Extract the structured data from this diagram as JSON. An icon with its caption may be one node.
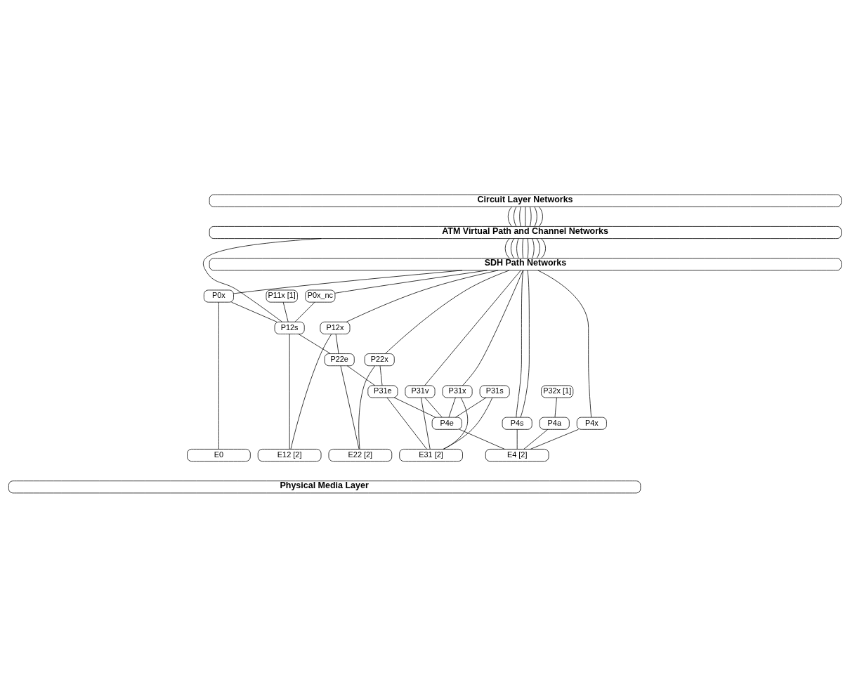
{
  "diagram": {
    "nodes": [
      {
        "text": [
          "Circuit Layer Networks"
        ]
      },
      {
        "text": [
          "ATM Virtual Path and Channel Networks"
        ]
      },
      {
        "text": [
          "SDH Path Networks"
        ]
      },
      {
        "text": [
          "P0x"
        ]
      },
      {
        "text": [
          "P0x_nc"
        ]
      },
      {
        "text": [
          "P11x [1]"
        ]
      },
      {
        "text": [
          "P12s"
        ]
      },
      {
        "text": [
          "P12x"
        ]
      },
      {
        "text": [
          "P22e"
        ]
      },
      {
        "text": [
          "P22x"
        ]
      },
      {
        "text": [
          "P31e"
        ]
      },
      {
        "text": [
          "P31s"
        ]
      },
      {
        "text": [
          "P31v"
        ]
      },
      {
        "text": [
          "P31x"
        ]
      },
      {
        "text": [
          "P32x [1]"
        ]
      },
      {
        "text": [
          "P4e"
        ]
      },
      {
        "text": [
          "P4s"
        ]
      },
      {
        "text": [
          "P4a"
        ]
      },
      {
        "text": [
          "P4x"
        ]
      },
      {
        "text": [
          "E0"
        ]
      },
      {
        "text": [
          "E12 [2]"
        ]
      },
      {
        "text": [
          "E22 [2]"
        ]
      },
      {
        "text": [
          "E31 [2]"
        ]
      },
      {
        "text": [
          "E4 [2]"
        ]
      },
      {
        "text": [
          "Physical Media Layer"
        ]
      }
    ],
    "edges": [
      {
        "from": 0,
        "to": 1,
        "arrow": "none"
      },
      {
        "from": 0,
        "to": 1,
        "arrow": "none"
      },
      {
        "from": 0,
        "to": 1,
        "arrow": "none"
      },
      {
        "from": 0,
        "to": 1,
        "arrow": "none"
      },
      {
        "from": 0,
        "to": 1,
        "arrow": "none"
      },
      {
        "from": 0,
        "to": 1,
        "arrow": "none"
      },
      {
        "from": 0,
        "to": 1,
        "arrow": "none"
      },
      {
        "from": 1,
        "to": 2,
        "arrow": "none"
      },
      {
        "from": 1,
        "to": 2,
        "arrow": "none"
      },
      {
        "from": 1,
        "to": 6,
        "arrow": "none"
      },
      {
        "from": 1,
        "to": 2,
        "arrow": "none"
      },
      {
        "from": 1,
        "to": 2,
        "arrow": "none"
      },
      {
        "from": 1,
        "to": 2,
        "arrow": "none"
      },
      {
        "from": 1,
        "to": 2,
        "arrow": "none"
      },
      {
        "from": 1,
        "to": 2,
        "arrow": "none"
      },
      {
        "from": 1,
        "to": 2,
        "arrow": "none"
      },
      {
        "from": 2,
        "to": 3,
        "arrow": "none"
      },
      {
        "from": 2,
        "to": 4,
        "arrow": "none"
      },
      {
        "from": 2,
        "to": 7,
        "arrow": "none"
      },
      {
        "from": 2,
        "to": 9,
        "arrow": "none"
      },
      {
        "from": 2,
        "to": 12,
        "arrow": "none"
      },
      {
        "from": 2,
        "to": 13,
        "arrow": "none"
      },
      {
        "from": 2,
        "to": 16,
        "arrow": "none"
      },
      {
        "from": 2,
        "to": 16,
        "arrow": "none"
      },
      {
        "from": 2,
        "to": 18,
        "arrow": "none"
      },
      {
        "from": 3,
        "to": 6,
        "arrow": "none"
      },
      {
        "from": 4,
        "to": 6,
        "arrow": "none"
      },
      {
        "from": 5,
        "to": 6,
        "arrow": "none"
      },
      {
        "from": 6,
        "to": 8,
        "arrow": "none"
      },
      {
        "from": 7,
        "to": 8,
        "arrow": "none"
      },
      {
        "from": 8,
        "to": 10,
        "arrow": "none"
      },
      {
        "from": 9,
        "to": 10,
        "arrow": "none"
      },
      {
        "from": 10,
        "to": 15,
        "arrow": "none"
      },
      {
        "from": 11,
        "to": 15,
        "arrow": "none"
      },
      {
        "from": 12,
        "to": 15,
        "arrow": "none"
      },
      {
        "from": 13,
        "to": 15,
        "arrow": "none"
      },
      {
        "from": 14,
        "to": 17,
        "arrow": "none"
      },
      {
        "from": 3,
        "to": 19,
        "arrow": "none"
      },
      {
        "from": 6,
        "to": 20,
        "arrow": "none"
      },
      {
        "from": 7,
        "to": 20,
        "arrow": "none"
      },
      {
        "from": 8,
        "to": 21,
        "arrow": "none"
      },
      {
        "from": 9,
        "to": 21,
        "arrow": "none"
      },
      {
        "from": 10,
        "to": 22,
        "arrow": "none"
      },
      {
        "from": 11,
        "to": 22,
        "arrow": "none"
      },
      {
        "from": 12,
        "to": 22,
        "arrow": "none"
      },
      {
        "from": 13,
        "to": 22,
        "arrow": "none"
      },
      {
        "from": 15,
        "to": 23,
        "arrow": "none"
      },
      {
        "from": 16,
        "to": 23,
        "arrow": "none"
      },
      {
        "from": 17,
        "to": 23,
        "arrow": "none"
      },
      {
        "from": 18,
        "to": 23,
        "arrow": "none"
      }
    ]
  }
}
